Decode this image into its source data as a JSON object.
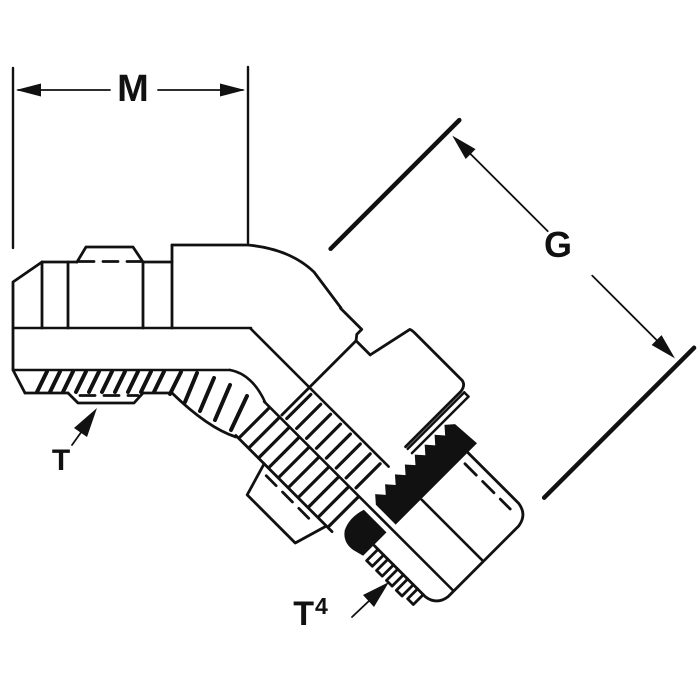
{
  "drawing": {
    "kind": "technical-line-drawing",
    "subject_labels": [
      "M",
      "G",
      "T",
      "T4"
    ],
    "colors": {
      "ink": "#111111",
      "background": "#ffffff"
    }
  },
  "labels": {
    "m": "M",
    "g": "G",
    "t": "T",
    "t4_base": "T",
    "t4_sup": "4"
  }
}
